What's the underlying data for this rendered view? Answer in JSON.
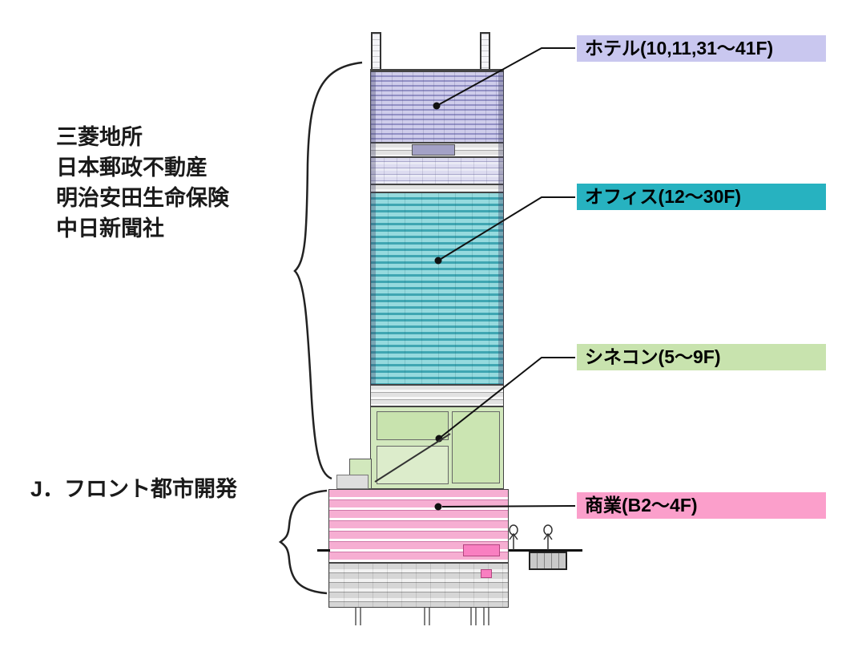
{
  "owners": {
    "lines": [
      "三菱地所",
      "日本郵政不動産",
      "明治安田生命保険",
      "中日新聞社"
    ]
  },
  "developer": {
    "label": "J．フロント都市開発"
  },
  "zones": [
    {
      "id": "hotel",
      "label": "ホテル(10,11,31〜41F)",
      "color": "#c9c7ef",
      "floors": "10,11,31〜41F"
    },
    {
      "id": "office",
      "label": "オフィス(12〜30F)",
      "color": "#27b2c0",
      "floors": "12〜30F"
    },
    {
      "id": "cinema",
      "label": "シネコン(5〜9F)",
      "color": "#c8e3ae",
      "floors": "5〜9F"
    },
    {
      "id": "retail",
      "label": "商業(B2〜4F)",
      "color": "#fb9fcb",
      "floors": "B2〜4F"
    }
  ]
}
